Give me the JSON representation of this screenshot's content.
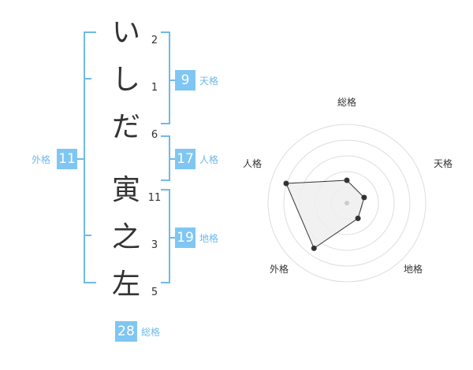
{
  "name": {
    "characters": [
      {
        "char": "い",
        "strokes": "2"
      },
      {
        "char": "し",
        "strokes": "1"
      },
      {
        "char": "だ",
        "strokes": "6"
      },
      {
        "char": "寅",
        "strokes": "11"
      },
      {
        "char": "之",
        "strokes": "3"
      },
      {
        "char": "左",
        "strokes": "5"
      }
    ]
  },
  "fortune": {
    "tenkaku": {
      "value": "9",
      "label": "天格"
    },
    "jinkaku": {
      "value": "17",
      "label": "人格"
    },
    "chikaku": {
      "value": "19",
      "label": "地格"
    },
    "gaikaku": {
      "value": "11",
      "label": "外格"
    },
    "soukaku": {
      "value": "28",
      "label": "総格"
    }
  },
  "radar": {
    "labels": {
      "soukaku": "総格",
      "tenkaku": "天格",
      "chikaku": "地格",
      "gaikaku": "外格",
      "jinkaku": "人格"
    },
    "levels": {
      "soukaku": 0.29,
      "tenkaku": 0.23,
      "chikaku": 0.24,
      "gaikaku": 0.71,
      "jinkaku": 0.81
    }
  },
  "colors": {
    "accent": "#7fc6f3",
    "line": "#6fb9ea"
  }
}
